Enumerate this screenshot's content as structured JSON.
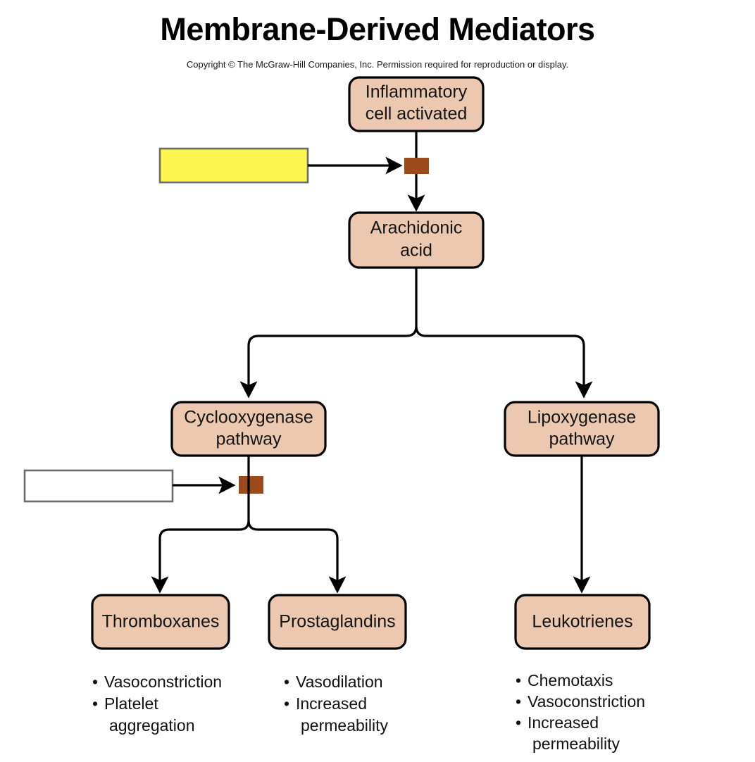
{
  "page": {
    "title": "Membrane-Derived Mediators",
    "copyright": "Copyright © The McGraw-Hill Companies, Inc. Permission required for reproduction or display."
  },
  "colors": {
    "node_fill": "#EBC8AF",
    "node_stroke": "#000000",
    "blank_yellow": "#FCF54F",
    "blank_white": "#FFFFFF",
    "blank_stroke": "#6B6B6B",
    "inhibitor_block": "#9C4A1C",
    "text": "#141414",
    "background": "#FFFFFF"
  },
  "nodes": {
    "inflammatory_cell": {
      "line1": "Inflammatory",
      "line2": "cell activated"
    },
    "arachidonic_acid": {
      "line1": "Arachidonic",
      "line2": "acid"
    },
    "cyclooxygenase": {
      "line1": "Cyclooxygenase",
      "line2": "pathway"
    },
    "lipoxygenase": {
      "line1": "Lipoxygenase",
      "line2": "pathway"
    },
    "thromboxanes": {
      "line1": "Thromboxanes"
    },
    "prostaglandins": {
      "line1": "Prostaglandins"
    },
    "leukotrienes": {
      "line1": "Leukotrienes"
    }
  },
  "blanks": [
    {
      "name": "yellow-blank-label",
      "value": "",
      "fill": "#FCF54F"
    },
    {
      "name": "white-blank-label",
      "value": "",
      "fill": "#FFFFFF"
    }
  ],
  "effects": {
    "thromboxanes": [
      {
        "b": "•",
        "l1": "Vasoconstriction",
        "l2": ""
      },
      {
        "b": "•",
        "l1": "Platelet",
        "l2": "aggregation"
      }
    ],
    "prostaglandins": [
      {
        "b": "•",
        "l1": "Vasodilation",
        "l2": ""
      },
      {
        "b": "•",
        "l1": "Increased",
        "l2": "permeability"
      }
    ],
    "leukotrienes": [
      {
        "b": "•",
        "l1": "Chemotaxis",
        "l2": ""
      },
      {
        "b": "•",
        "l1": "Vasoconstriction",
        "l2": ""
      },
      {
        "b": "•",
        "l1": "Increased",
        "l2": "permeability"
      }
    ]
  }
}
